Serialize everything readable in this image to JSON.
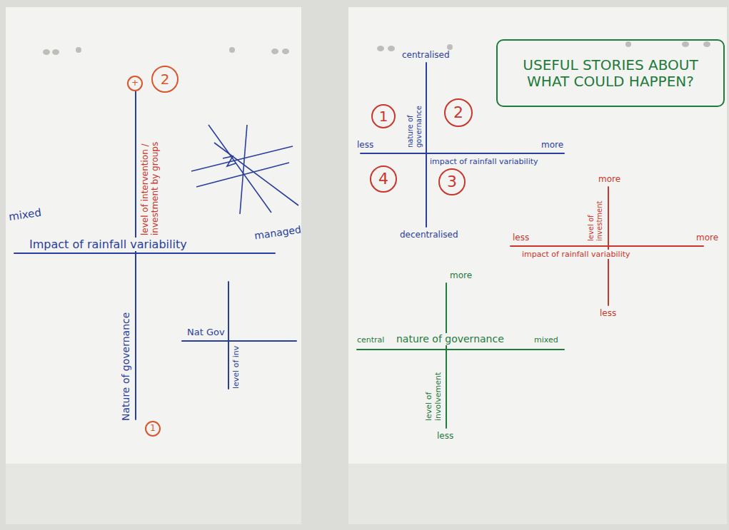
{
  "diagram": {
    "nodes": [
      {
        "text": [
          "+"
        ]
      },
      {
        "text": [
          "2"
        ]
      },
      {
        "text": [
          "USEFUL STORIES ABOUT WHAT COULD HAPPEN?"
        ]
      },
      {
        "text": [
          "1"
        ]
      },
      {
        "text": [
          "2"
        ]
      },
      {
        "text": [
          "4"
        ]
      },
      {
        "text": [
          "3"
        ]
      },
      {
        "text": [
          "1"
        ]
      }
    ],
    "labels": [
      "mixed",
      "Impact of rainfall variability",
      "managed",
      "Nature of governance",
      "level of intervention / investment by groups",
      "Nat Gov",
      "level of inv",
      "centralised",
      "less",
      "more",
      "nature of governance",
      "impact of rainfall variability",
      "decentralised",
      "more",
      "less",
      "more",
      "level of investment",
      "impact of rainfall variability",
      "less",
      "more",
      "central",
      "nature of governance",
      "mixed",
      "level of involvement",
      "less"
    ]
  }
}
